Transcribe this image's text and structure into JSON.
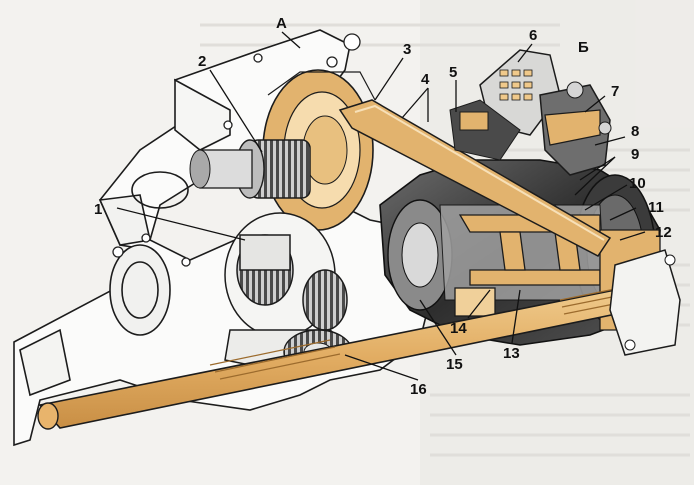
{
  "figure": {
    "view_labels": {
      "a": "А",
      "b": "Б"
    },
    "callouts": [
      "1",
      "2",
      "3",
      "4",
      "5",
      "6",
      "7",
      "8",
      "9",
      "10",
      "11",
      "12",
      "13",
      "14",
      "15",
      "16"
    ]
  },
  "colors": {
    "background": "#f3f2ef",
    "highlight": "#e2b36e",
    "line": "#1c1c1c",
    "metal_dark": "#3a3a3a",
    "metal_mid": "#8d8d8d"
  }
}
